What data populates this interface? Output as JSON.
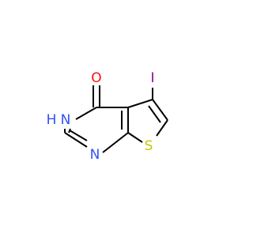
{
  "molecule": {
    "atoms": {
      "oxygen": {
        "label": "O",
        "color": "#ff0d0d"
      },
      "nitrogen_h": {
        "label": "N",
        "color": "#3050f8"
      },
      "hydrogen": {
        "label": "H",
        "color": "#3050f8"
      },
      "nitrogen": {
        "label": "N",
        "color": "#3050f8"
      },
      "sulfur": {
        "label": "S",
        "color": "#c6c600"
      },
      "iodine": {
        "label": "I",
        "color": "#940094"
      }
    },
    "bond_color": "#000000"
  }
}
